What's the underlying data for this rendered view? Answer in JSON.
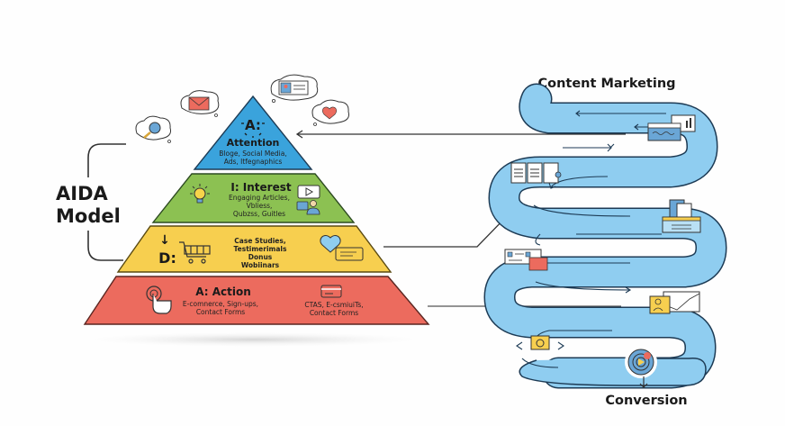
{
  "model_label": {
    "line1": "AIDA",
    "line2": "Model"
  },
  "pyramid": {
    "attention": {
      "letter": "A:",
      "title": "Attention",
      "lines": [
        "Bloge, Social Media,",
        "Ads, Itfegnaphics"
      ],
      "color": "#3aa3dc"
    },
    "interest": {
      "title": "I: Interest",
      "lines": [
        "Engaging Articles,",
        "Vbliess,",
        "Qubzss, Guitles"
      ],
      "color": "#8cc152"
    },
    "desire": {
      "arrow": "↓",
      "letter": "D:",
      "lines": [
        "Case Studies,",
        "Testimerimals",
        "Donus",
        "Wobiinars"
      ],
      "color": "#f7cf4f"
    },
    "action": {
      "title": "A: Action",
      "left_lines": [
        "E-comnerce, Sign-ups,",
        "Contact Forms"
      ],
      "right_lines": [
        "CTAS, E-csmiuiTs,",
        "Contact Forms"
      ],
      "color": "#ec6b5e"
    }
  },
  "content_marketing": {
    "title": "Content Marketing",
    "path_color": "#8fcdf0",
    "end_label": "Conversion"
  }
}
